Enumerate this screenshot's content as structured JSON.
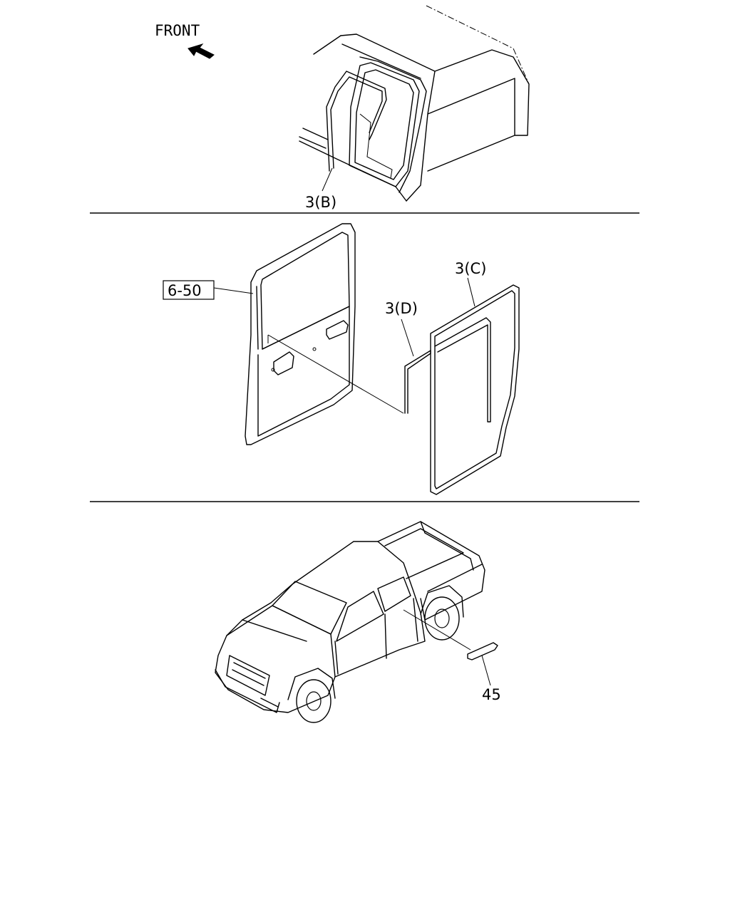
{
  "direction": {
    "label": "FRONT",
    "icon": "front-arrow-icon"
  },
  "callouts": {
    "weatherstrip_b": "3(B)",
    "weatherstrip_c": "3(C)",
    "weatherstrip_d": "3(D)",
    "door_ref": "6-50",
    "part_45": "45"
  },
  "colors": {
    "line": "#000000",
    "background": "#ffffff"
  }
}
